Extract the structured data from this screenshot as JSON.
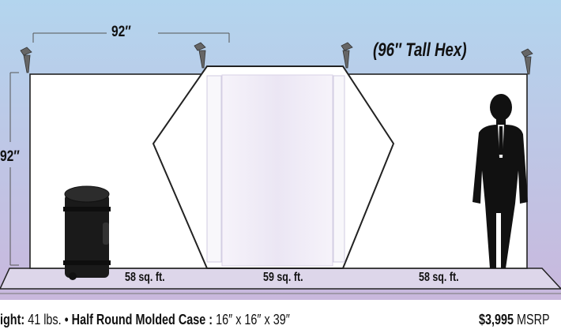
{
  "diagram": {
    "width_label": "92″",
    "height_label": "92″",
    "model_title": "(96″ Tall Hex)",
    "areas": {
      "left": "58 sq. ft.",
      "middle": "59 sq. ft.",
      "right": "58 sq. ft."
    }
  },
  "footer": {
    "weight_label": "eight:",
    "weight_value": " 41 lbs. • ",
    "case_label": "Half Round Molded Case :",
    "case_value": " 16″ x 16″ x 39″",
    "price": "$3,995",
    "price_suffix": " MSRP"
  },
  "colors": {
    "sky_top": "#b3d5ee",
    "sky_bottom": "#c6b6dc",
    "floor": "#ddd6ea"
  }
}
